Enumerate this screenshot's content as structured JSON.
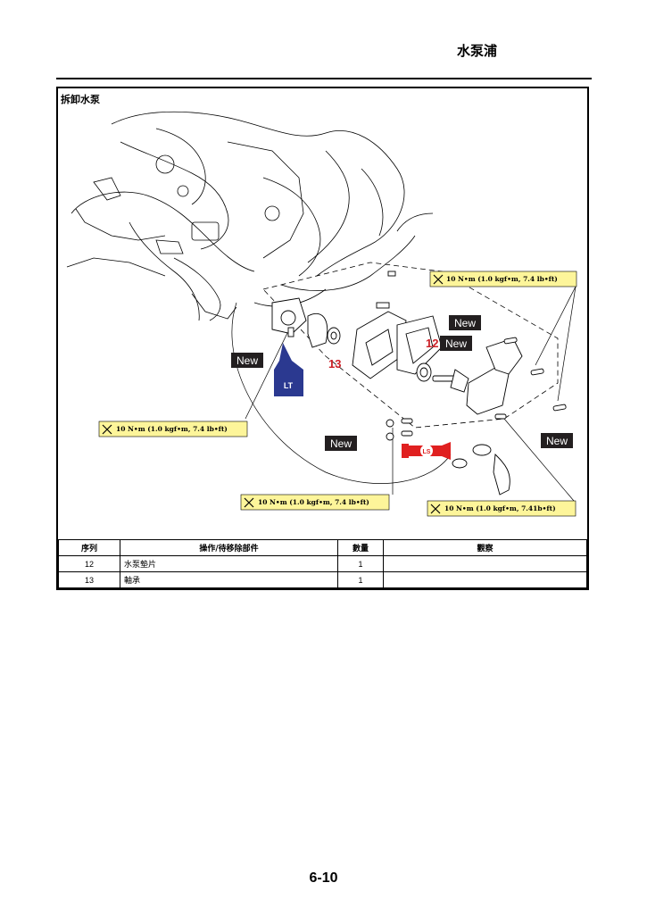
{
  "header": {
    "title": "水泵浦"
  },
  "section": {
    "title": "拆卸水泵"
  },
  "labels": {
    "new": "New",
    "torque": "10 N•m (1.0 kgf•m, 7.4 lb•ft)",
    "torque_alt": "10 N•m (1.0 kgf•m, 7.41b•ft)",
    "lt": "LT",
    "ls": "LS"
  },
  "callouts": {
    "c12": "12",
    "c13": "13"
  },
  "table": {
    "headers": [
      "序列",
      "操作/待移除部件",
      "數量",
      "觀察"
    ],
    "rows": [
      {
        "seq": "12",
        "part": "水泵墊片",
        "qty": "1",
        "note": ""
      },
      {
        "seq": "13",
        "part": "軸承",
        "qty": "1",
        "note": ""
      }
    ]
  },
  "colors": {
    "callout_red": "#cc2027",
    "torque_yellow": "#fdf59a",
    "lt_blue": "#2b3990",
    "ls_red": "#e02020"
  },
  "page_number": "6-10"
}
